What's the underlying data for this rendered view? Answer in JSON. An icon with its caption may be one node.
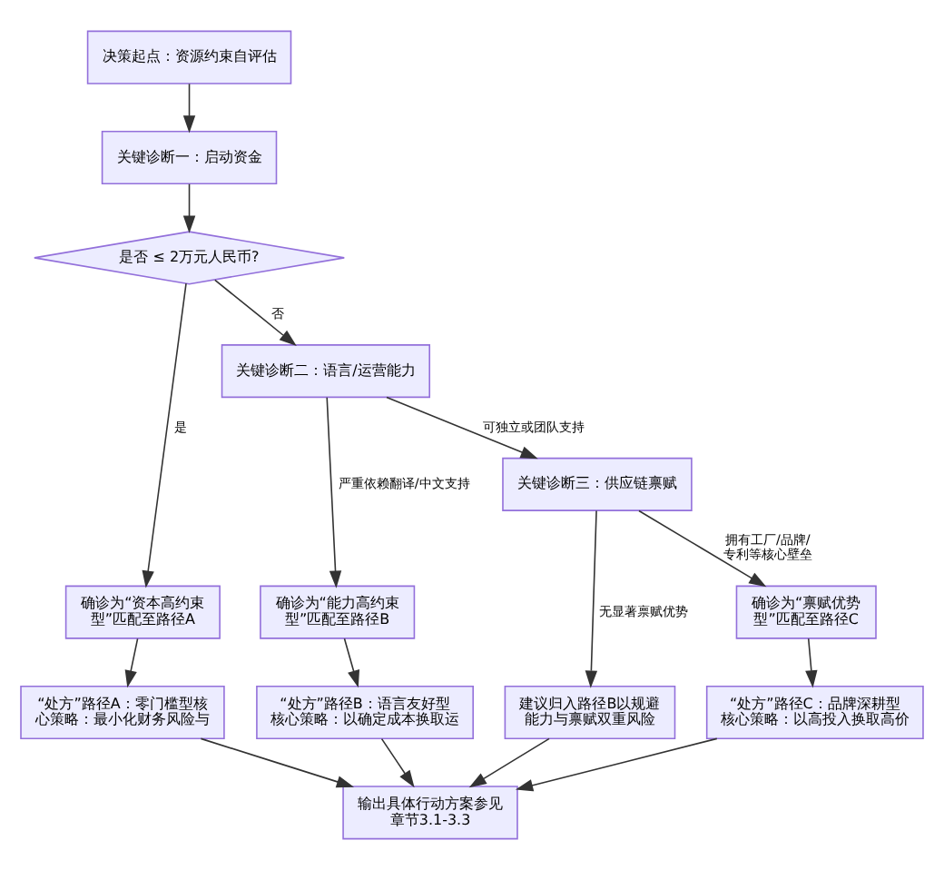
{
  "diagram": {
    "nodes": [
      {
        "text": [
          "决策起点：资源约束自评估"
        ]
      },
      {
        "text": [
          "关键诊断一：启动资金"
        ]
      },
      {
        "text": [
          "是否 ≤ 2万元人民币?"
        ]
      },
      {
        "text": [
          "关键诊断二：语言/运营能力"
        ]
      },
      {
        "text": [
          "确诊为“资本高约束型”匹配至路径A"
        ]
      },
      {
        "text": [
          "关键诊断三：供应链禀赋"
        ]
      },
      {
        "text": [
          "确诊为“能力高约束型”匹配至路径B"
        ]
      },
      {
        "text": [
          "“处方”路径A：零门槛型核心策略：最小化财务风险与"
        ]
      },
      {
        "text": [
          "确诊为“禀赋优势型”匹配至路径C"
        ]
      },
      {
        "text": [
          "建议归入路径B以规避能力与禀赋双重风险"
        ]
      },
      {
        "text": [
          "“处方”路径B：语言友好型核心策略：以确定成本换取运"
        ]
      },
      {
        "text": [
          "“处方”路径C：品牌深耕型核心策略：以高投入换取高价"
        ]
      },
      {
        "text": [
          "输出具体行动方案参见章节3.1-3.3"
        ]
      }
    ],
    "edges": [
      {
        "from": 0,
        "to": 1,
        "arrow": "to"
      },
      {
        "from": 1,
        "to": 2,
        "arrow": "to"
      },
      {
        "from": 2,
        "to": 4,
        "arrow": "to",
        "label": "是"
      },
      {
        "from": 2,
        "to": 3,
        "arrow": "to",
        "label": "否"
      },
      {
        "from": 3,
        "to": 6,
        "arrow": "to",
        "label": "严重依赖翻译/中文支持"
      },
      {
        "from": 3,
        "to": 5,
        "arrow": "to",
        "label": "可独立或团队支持"
      },
      {
        "from": 5,
        "to": 9,
        "arrow": "to",
        "label": "无显著禀赋优势"
      },
      {
        "from": 5,
        "to": 8,
        "arrow": "to",
        "label": "拥有工厂/品牌/专利等核心壁垒"
      },
      {
        "from": 4,
        "to": 7,
        "arrow": "to"
      },
      {
        "from": 6,
        "to": 10,
        "arrow": "to"
      },
      {
        "from": 8,
        "to": 11,
        "arrow": "to"
      },
      {
        "from": 7,
        "to": 12,
        "arrow": "to"
      },
      {
        "from": 10,
        "to": 12,
        "arrow": "to"
      },
      {
        "from": 9,
        "to": 12,
        "arrow": "to"
      },
      {
        "from": 11,
        "to": 12,
        "arrow": "to"
      }
    ]
  }
}
